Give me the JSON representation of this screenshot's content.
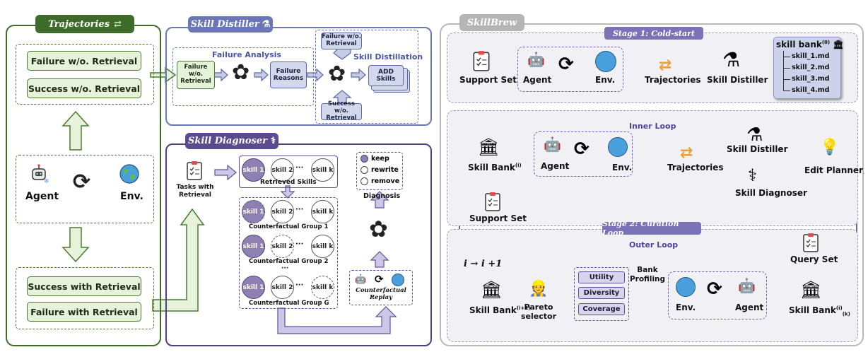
{
  "left": {
    "title": "Trajectories",
    "top_boxes": [
      "Failure w/o. Retrieval",
      "Success w/o. Retrieval"
    ],
    "agent_label": "Agent",
    "env_label": "Env.",
    "bottom_boxes": [
      "Success with Retrieval",
      "Failure with Retrieval"
    ]
  },
  "distiller": {
    "title": "Skill Distiller",
    "failure_analysis": "Failure Analysis",
    "input_box": "Failure w/o. Retrieval",
    "reasons_box": "Failure Reasons",
    "skill_distillation": "Skill Distillation",
    "top_box": "Failure w/o. Retrieval",
    "bottom_box": "Success w/o. Retrieval",
    "add_box": "ADD Skills"
  },
  "diagnoser": {
    "title": "Skill Diagnoser",
    "tasks_label": "Tasks with Retrieval",
    "skills": [
      "skill 1",
      "skill 2",
      "skill k"
    ],
    "dots": "···",
    "retrieved_label": "Retrieved Skills",
    "groups": [
      "Counterfactual Group 1",
      "Counterfactual Group 2",
      "Counterfactual Group G"
    ],
    "vdots": "···",
    "options": [
      "keep",
      "rewrite",
      "remove"
    ],
    "diagnosis_label": "Diagnosis",
    "replay_label": "Counterfactual Replay"
  },
  "skillbrew": {
    "title": "SkillBrew",
    "stage1": {
      "title": "Stage 1: Cold-start",
      "support_set": "Support Set",
      "agent": "Agent",
      "env": "Env.",
      "trajectories": "Trajectories",
      "distiller": "Skill Distiller",
      "bank_title": "skill bank",
      "bank_sup": "(0)",
      "bank_items": [
        "skill_1.md",
        "skill_2.md",
        "skill_3.md",
        "skill_4.md"
      ]
    },
    "stage2": {
      "title": "Stage 2: Curation Loop",
      "inner_loop": "Inner Loop",
      "skill_bank": "Skill Bank",
      "skill_bank_sup": "(i)",
      "agent": "Agent",
      "env": "Env.",
      "trajectories": "Trajectories",
      "distiller": "Skill Distiller",
      "diagnoser": "Skill Diagnoser",
      "edit_planner": "Edit Planner",
      "support_set": "Support Set",
      "outer_loop": "Outer Loop",
      "iter_formula": "i → i +1",
      "query_set": "Query Set",
      "bank_k": "Skill Bank",
      "bank_k_sup": "(i)",
      "bank_k_sub": "(k)",
      "env2": "Env.",
      "agent2": "Agent",
      "bank_profiling": "Bank Profiling",
      "profiles": [
        "Utility",
        "Diversity",
        "Coverage"
      ],
      "pareto": "Pareto selector",
      "bank_next": "Skill Bank",
      "bank_next_sup": "(i+1)"
    }
  }
}
